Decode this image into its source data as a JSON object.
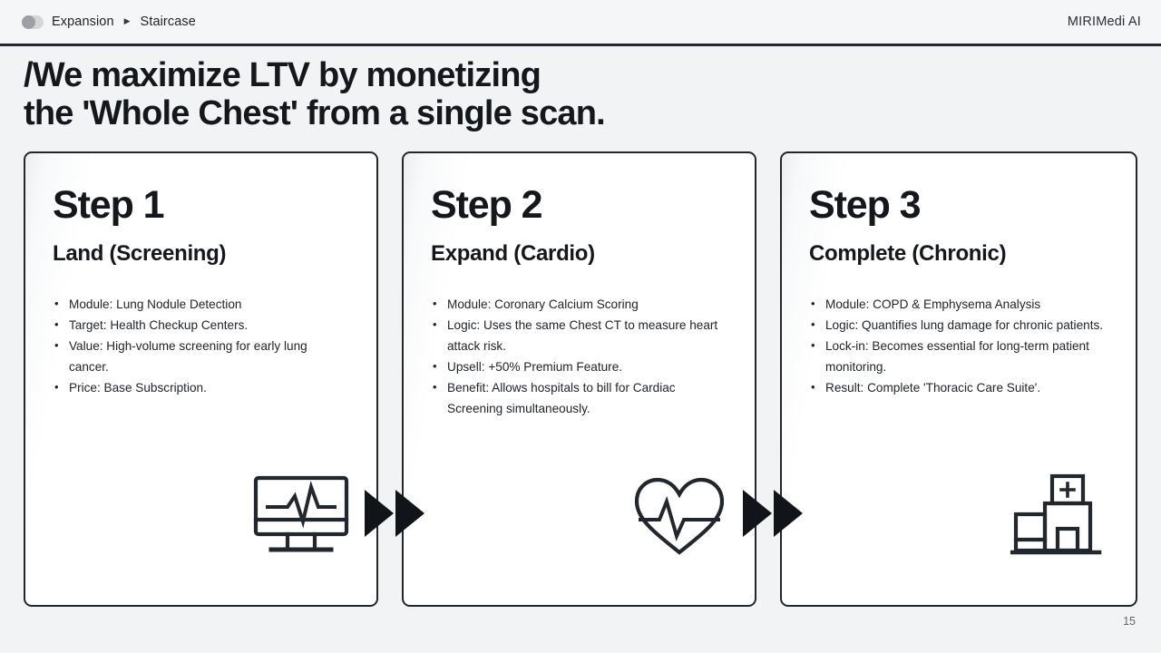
{
  "header": {
    "toggle_icon": "pill-toggle-icon",
    "breadcrumb_parent": "Expansion",
    "breadcrumb_separator": "▶",
    "breadcrumb_current": "Staircase",
    "brand": "MIRIMedi AI"
  },
  "headline": {
    "line1": "/We maximize LTV by monetizing",
    "line2": "the 'Whole Chest' from a single scan."
  },
  "cards": [
    {
      "step": "Step 1",
      "title": "Land (Screening)",
      "icon": "monitor-ecg-icon",
      "bullets": [
        "Module: Lung Nodule Detection",
        "Target: Health Checkup Centers.",
        "Value: High-volume screening for early lung cancer.",
        "Price: Base Subscription."
      ]
    },
    {
      "step": "Step 2",
      "title": "Expand (Cardio)",
      "icon": "heart-pulse-icon",
      "bullets": [
        "Module: Coronary Calcium Scoring",
        "Logic: Uses the same Chest CT to measure heart attack risk.",
        "Upsell: +50% Premium Feature.",
        "Benefit: Allows hospitals to bill for Cardiac Screening simultaneously."
      ]
    },
    {
      "step": "Step 3",
      "title": "Complete (Chronic)",
      "icon": "hospital-building-icon",
      "bullets": [
        "Module: COPD & Emphysema Analysis",
        "Logic: Quantifies lung damage for chronic patients.",
        "Lock-in: Becomes essential for long-term patient monitoring.",
        "Result: Complete 'Thoracic Care Suite'."
      ]
    }
  ],
  "arrows": [
    {
      "icon": "double-chevron-right-icon"
    },
    {
      "icon": "double-chevron-right-icon"
    }
  ],
  "footer": {
    "page_number": "15"
  },
  "colors": {
    "page_background": "#f2f3f5",
    "card_background": "#ffffff",
    "border": "#22272e",
    "text": "#14181d",
    "muted_text": "#60656c"
  }
}
